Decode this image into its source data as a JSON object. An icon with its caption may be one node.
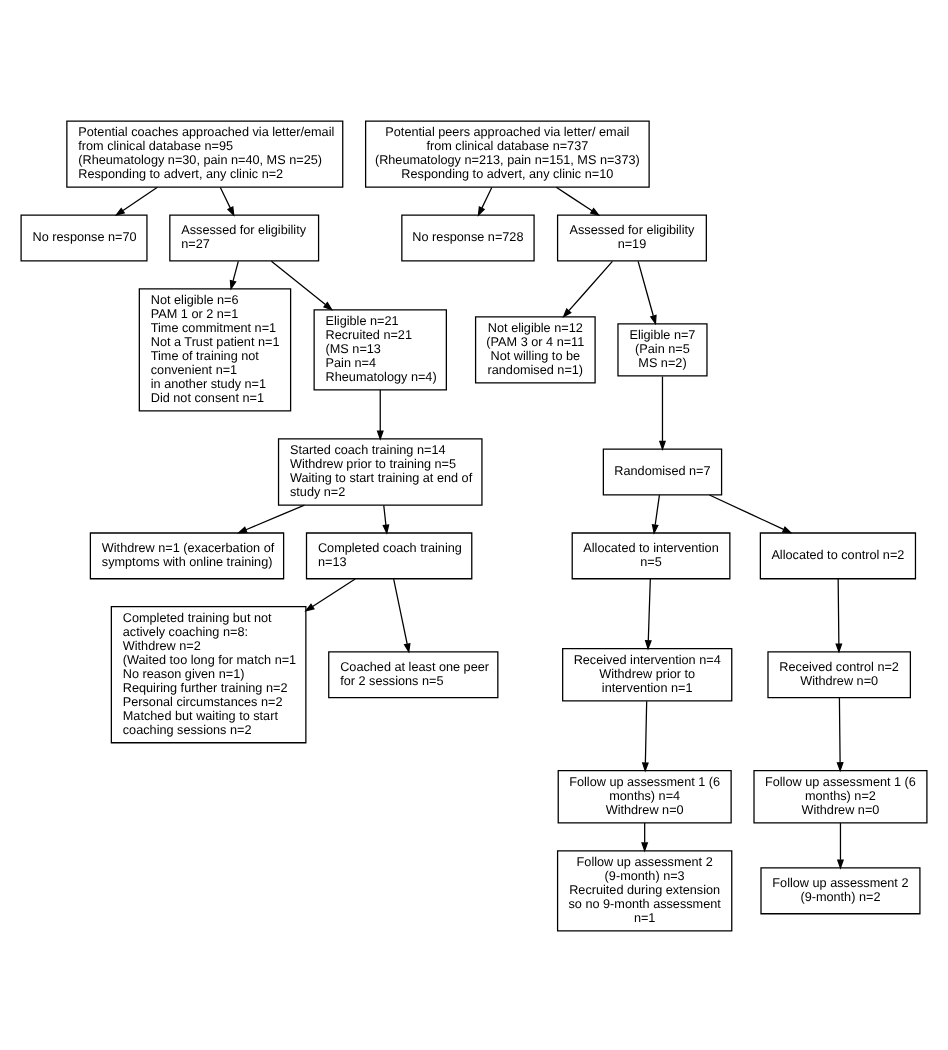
{
  "diagram": {
    "nodes": [
      {
        "text": [
          "Potential coaches approached via letter/email from clinical database n=95",
          "(Rheumatology n=30, pain n=40, MS n=25)",
          "Responding to advert, any clinic n=2"
        ]
      },
      {
        "text": [
          "No response n=70"
        ]
      },
      {
        "text": [
          "Assessed for eligibility n=27"
        ]
      },
      {
        "text": [
          "Not eligible n=6",
          "PAM 1 or 2 n=1",
          "Time commitment n=1",
          "Not a Trust patient n=1",
          "Time of training not convenient n=1",
          "in another study n=1",
          "Did not consent n=1"
        ]
      },
      {
        "text": [
          "Eligible n=21",
          "Recruited n=21",
          "(MS n=13",
          "Pain n=4",
          "Rheumatology n=4)"
        ]
      },
      {
        "text": [
          "Started coach training n=14",
          "Withdrew prior to training n=5",
          "Waiting to start training at end of study n=2"
        ]
      },
      {
        "text": [
          "Withdrew n=1 (exacerbation of symptoms with online training)"
        ]
      },
      {
        "text": [
          "Completed coach training n=13"
        ]
      },
      {
        "text": [
          "Completed training but not actively coaching n=8:",
          "Withdrew n=2",
          "(Waited too long for match n=1",
          "No reason given n=1)",
          "Requiring further training n=2",
          "Personal circumstances n=2",
          "Matched but waiting to start coaching sessions n=2"
        ]
      },
      {
        "text": [
          "Coached at least one peer for 2 sessions n=5"
        ]
      },
      {
        "text": [
          "Potential peers approached via letter/ email from clinical database n=737",
          "(Rheumatology n=213, pain n=151, MS n=373)",
          "Responding to advert, any clinic n=10"
        ]
      },
      {
        "text": [
          "No response n=728"
        ]
      },
      {
        "text": [
          "Assessed for eligibility n=19"
        ]
      },
      {
        "text": [
          "Not eligible n=12",
          "(PAM 3 or 4 n=11",
          "Not willing to be randomised n=1)"
        ]
      },
      {
        "text": [
          "Eligible n=7",
          "(Pain n=5",
          "MS n=2)"
        ]
      },
      {
        "text": [
          "Randomised n=7"
        ]
      },
      {
        "text": [
          "Allocated to intervention n=5"
        ]
      },
      {
        "text": [
          "Allocated to control n=2"
        ]
      },
      {
        "text": [
          "Received intervention n=4",
          "Withdrew prior to intervention n=1"
        ]
      },
      {
        "text": [
          "Received control n=2",
          "Withdrew n=0"
        ]
      },
      {
        "text": [
          "Follow up assessment 1 (6 months) n=4",
          "Withdrew n=0"
        ]
      },
      {
        "text": [
          "Follow up assessment 1 (6 months) n=2",
          "Withdrew n=0"
        ]
      },
      {
        "text": [
          "Follow up assessment 2 (9-month) n=3",
          "Recruited during extension so no 9-month assessment n=1"
        ]
      },
      {
        "text": [
          "Follow up assessment 2 (9-month) n=2"
        ]
      }
    ],
    "edges": [
      {
        "from": 0,
        "to": 1,
        "arrow": "to"
      },
      {
        "from": 0,
        "to": 2,
        "arrow": "to"
      },
      {
        "from": 2,
        "to": 3,
        "arrow": "to"
      },
      {
        "from": 2,
        "to": 4,
        "arrow": "to"
      },
      {
        "from": 4,
        "to": 5,
        "arrow": "to"
      },
      {
        "from": 5,
        "to": 6,
        "arrow": "to"
      },
      {
        "from": 5,
        "to": 7,
        "arrow": "to"
      },
      {
        "from": 7,
        "to": 8,
        "arrow": "to"
      },
      {
        "from": 7,
        "to": 9,
        "arrow": "to"
      },
      {
        "from": 10,
        "to": 11,
        "arrow": "to"
      },
      {
        "from": 10,
        "to": 12,
        "arrow": "to"
      },
      {
        "from": 12,
        "to": 13,
        "arrow": "to"
      },
      {
        "from": 12,
        "to": 14,
        "arrow": "to"
      },
      {
        "from": 14,
        "to": 15,
        "arrow": "to"
      },
      {
        "from": 15,
        "to": 16,
        "arrow": "to"
      },
      {
        "from": 15,
        "to": 17,
        "arrow": "to"
      },
      {
        "from": 16,
        "to": 18,
        "arrow": "to"
      },
      {
        "from": 17,
        "to": 19,
        "arrow": "to"
      },
      {
        "from": 18,
        "to": 20,
        "arrow": "to"
      },
      {
        "from": 19,
        "to": 21,
        "arrow": "to"
      },
      {
        "from": 20,
        "to": 22,
        "arrow": "to"
      },
      {
        "from": 21,
        "to": 23,
        "arrow": "to"
      }
    ]
  }
}
